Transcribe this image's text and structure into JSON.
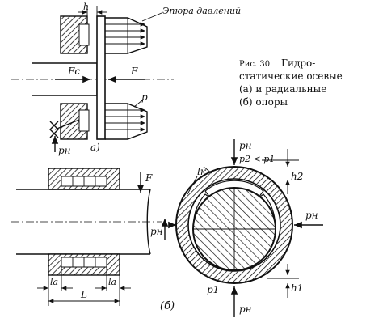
{
  "figure": {
    "caption_number": "Рис. 30",
    "caption_lines": [
      "Гидро-",
      "статические осевые",
      "(а)  и  радиальные",
      "(б)  опоры"
    ],
    "sub_a": "а)",
    "sub_b": "(б)"
  },
  "labels_a": {
    "h": "h",
    "pressure_diagram": "Эпюра давлений",
    "fc": "Fc",
    "f": "F",
    "p": "p",
    "pn": "pн"
  },
  "labels_b": {
    "f": "F",
    "pn_right": "pн",
    "la_left": "lа",
    "la_right": "lа",
    "l": "L"
  },
  "labels_c": {
    "pn_top": "pн",
    "p2_p1": "p2 < p1",
    "lk": "lк",
    "h2": "h2",
    "pn_right": "pн",
    "p1": "p1",
    "pn_bottom": "pн",
    "h1": "h1"
  }
}
